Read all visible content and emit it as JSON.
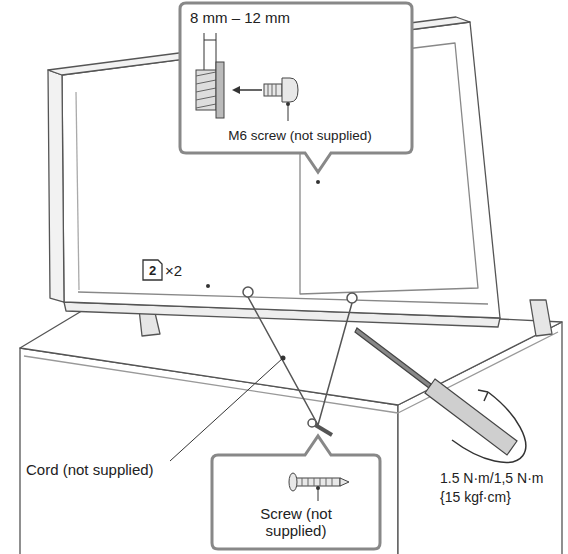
{
  "diagram": {
    "nodes": [
      {
        "text": [
          "8 mm – 12 mm",
          "M6 screw (not supplied)"
        ]
      },
      {
        "text": [
          "Screw (not supplied)"
        ]
      }
    ],
    "labels": [
      "2",
      "×2",
      "Cord (not supplied)",
      "1.5 N·m/1,5 N·m",
      "{15 kgf·cm}"
    ]
  }
}
